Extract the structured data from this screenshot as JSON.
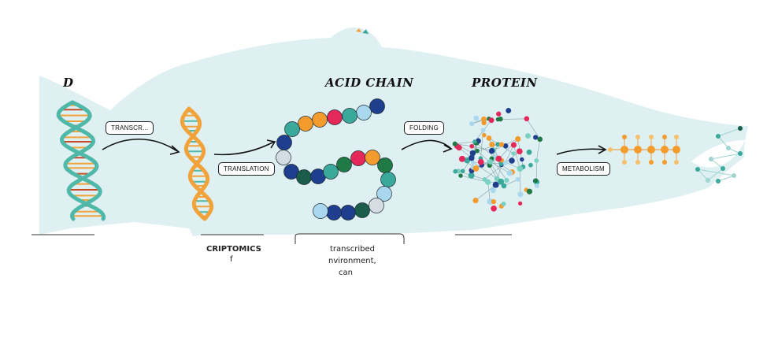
{
  "headings": {
    "dna": "D",
    "amino_acid_chain": "ACID CHAIN",
    "protein": "PROTEIN"
  },
  "arrows": {
    "transcription": "TRANSCR...",
    "translation": "TRANSLATION",
    "folding": "FOLDING",
    "metabolism": "METABOLISM"
  },
  "captions": {
    "transcriptomics_title": "CRIPTOMICS",
    "transcriptomics_line2": "f",
    "chain_line1": "transcribed",
    "chain_line2": "nvironment,",
    "chain_line3": "can"
  },
  "colors": {
    "fish_body": "#def0f1",
    "dna_teal": "#4fb8a8",
    "dna_orange": "#f2a23a",
    "bead_teal": "#3aa89a",
    "bead_orange": "#f39c2d",
    "bead_red": "#e4285a",
    "bead_navy": "#1f3f8e",
    "bead_green": "#1f7a45",
    "bead_light_blue": "#a9d8ee",
    "bead_gray": "#d5dde3",
    "bead_dark_green": "#1c5c4a"
  }
}
